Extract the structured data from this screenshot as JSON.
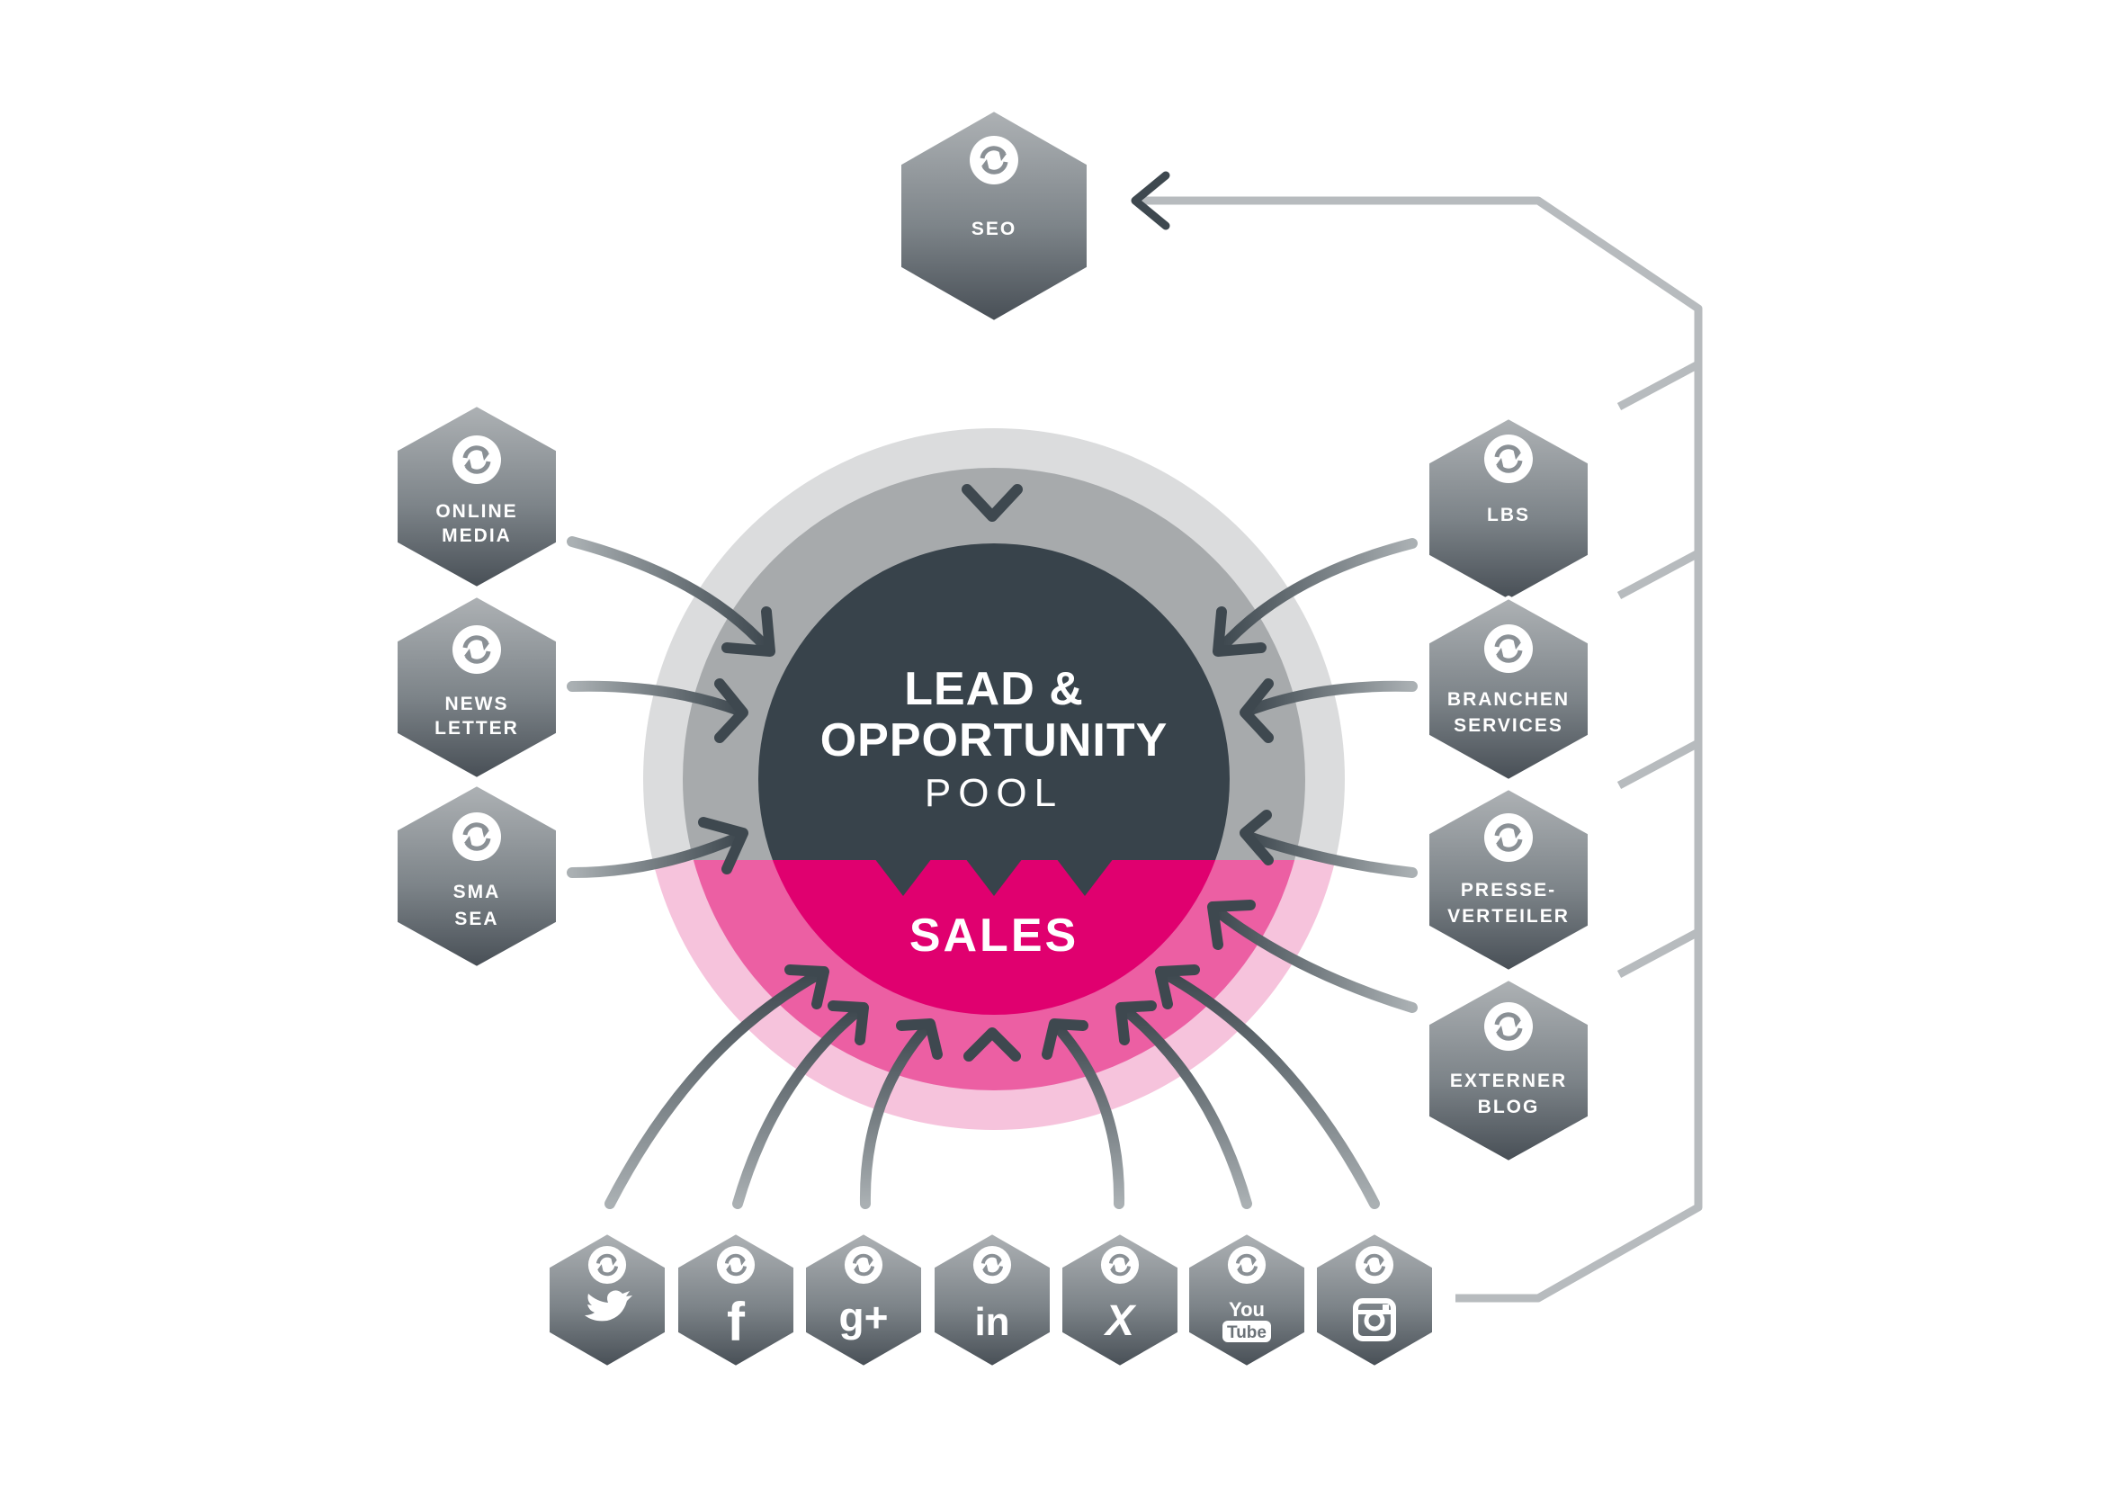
{
  "center": {
    "line1": "LEAD &",
    "line2": "OPPORTUNITY",
    "line3": "POOL",
    "sales": "SALES"
  },
  "colors": {
    "dark": "#38434b",
    "magenta": "#e0006f",
    "arrow_light": "#a5aaad",
    "hex_top": "#a9adb0",
    "hex_bottom": "#4a5158"
  },
  "nodes": {
    "seo": [
      "SEO"
    ],
    "online_media": [
      "ONLINE",
      "MEDIA"
    ],
    "newsletter": [
      "NEWS",
      "LETTER"
    ],
    "sma_sea": [
      "SMA",
      "SEA"
    ],
    "lbs": [
      "LBS"
    ],
    "branchen": [
      "BRANCHEN",
      "SERVICES"
    ],
    "presse": [
      "PRESSE-",
      "VERTEILER"
    ],
    "externer_blog": [
      "EXTERNER",
      "BLOG"
    ]
  },
  "social": [
    {
      "name": "twitter",
      "icon": "twitter-icon",
      "text": ""
    },
    {
      "name": "facebook",
      "icon": "facebook-icon",
      "text": "f"
    },
    {
      "name": "google-plus",
      "icon": "google-plus-icon",
      "text": "g+"
    },
    {
      "name": "linkedin",
      "icon": "linkedin-icon",
      "text": "in"
    },
    {
      "name": "xing",
      "icon": "xing-icon",
      "text": "X"
    },
    {
      "name": "youtube",
      "icon": "youtube-icon",
      "text1": "You",
      "text2": "Tube"
    },
    {
      "name": "instagram",
      "icon": "instagram-icon",
      "text": ""
    }
  ]
}
